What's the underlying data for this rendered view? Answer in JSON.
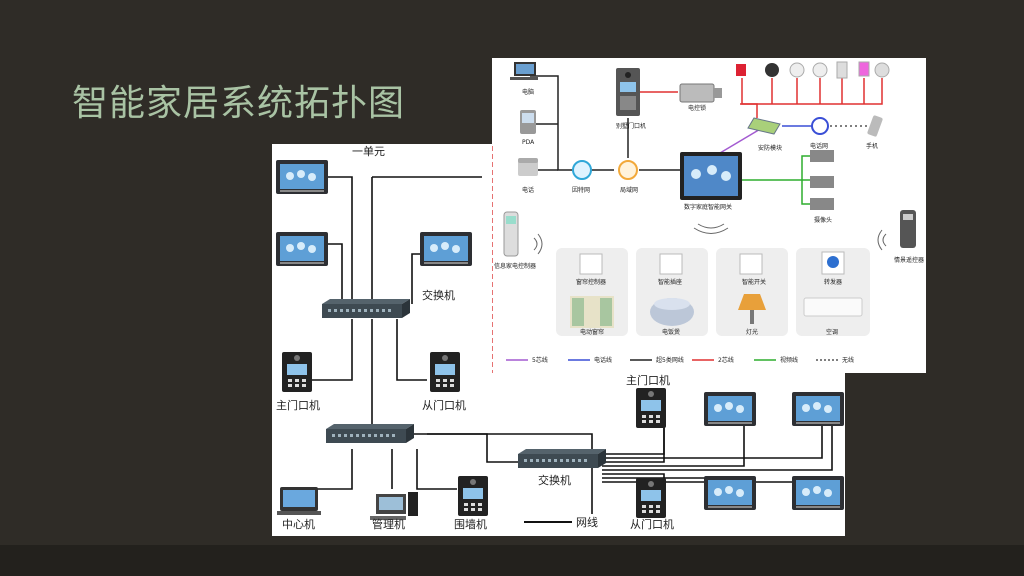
{
  "slide": {
    "title": "智能家居系统拓扑图"
  },
  "building_network": {
    "unit_label": "一单元",
    "switch_top": "交换机",
    "main_door_left": "主门口机",
    "sub_door_left": "从门口机",
    "switch_right": "交换机",
    "main_door_right": "主门口机",
    "sub_door_right": "从门口机",
    "center_pc": "中心机",
    "manager_pc": "管理机",
    "wall_unit": "围墙机",
    "legend_network": "网线"
  },
  "home_network": {
    "computer": "电脑",
    "pda": "PDA",
    "phone": "电话",
    "internet": "因特网",
    "lan": "局域网",
    "villa_door": "别墅门口机",
    "electric_lock": "电控锁",
    "security_module": "安防模块",
    "phone_network": "电话网",
    "mobile": "手机",
    "gateway": "数字家庭智能网关",
    "camera": "摄像头",
    "info_controller": "信息家电控制器",
    "remote": "情景遥控器",
    "curtain_controller": "窗帘控制器",
    "curtain": "电动窗帘",
    "smart_socket": "智能插座",
    "rice_cooker": "电饭煲",
    "smart_switch": "智能开关",
    "lamp": "灯光",
    "ir_transmitter": "转发器",
    "aircon": "空调",
    "legend": [
      {
        "label": "5芯线",
        "color": "#a35ad1"
      },
      {
        "label": "电话线",
        "color": "#3a4fd6"
      },
      {
        "label": "超5类网线",
        "color": "#222222"
      },
      {
        "label": "2芯线",
        "color": "#e03030"
      },
      {
        "label": "视频线",
        "color": "#2fae2f"
      },
      {
        "label": "无线",
        "color": "#555555"
      }
    ]
  }
}
